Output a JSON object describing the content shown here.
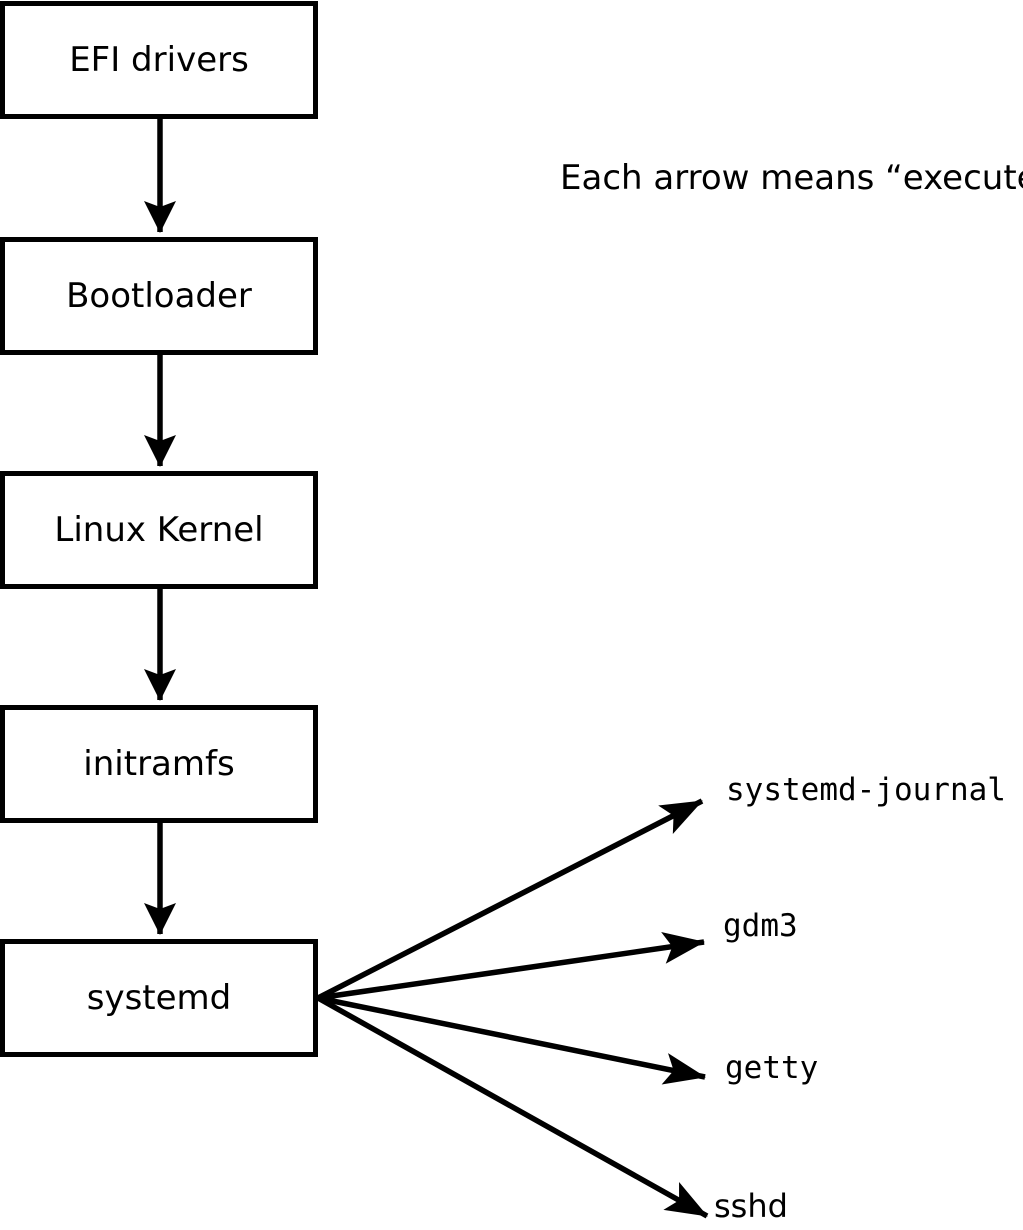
{
  "diagram": {
    "note": "Each arrow means “executes”.",
    "boot_chain": [
      {
        "label": "EFI drivers"
      },
      {
        "label": "Bootloader"
      },
      {
        "label": "Linux Kernel"
      },
      {
        "label": "initramfs"
      },
      {
        "label": "systemd"
      }
    ],
    "spawned": [
      {
        "label": "systemd-journal"
      },
      {
        "label": "gdm3"
      },
      {
        "label": "getty"
      },
      {
        "label": "sshd"
      }
    ],
    "edges": {
      "chain": [
        [
          "EFI drivers",
          "Bootloader"
        ],
        [
          "Bootloader",
          "Linux Kernel"
        ],
        [
          "Linux Kernel",
          "initramfs"
        ],
        [
          "initramfs",
          "systemd"
        ]
      ],
      "fan": [
        [
          "systemd",
          "systemd-journal"
        ],
        [
          "systemd",
          "gdm3"
        ],
        [
          "systemd",
          "getty"
        ],
        [
          "systemd",
          "sshd"
        ]
      ]
    },
    "colors": {
      "stroke": "#000000",
      "fill": "#ffffff",
      "text": "#000000"
    }
  }
}
